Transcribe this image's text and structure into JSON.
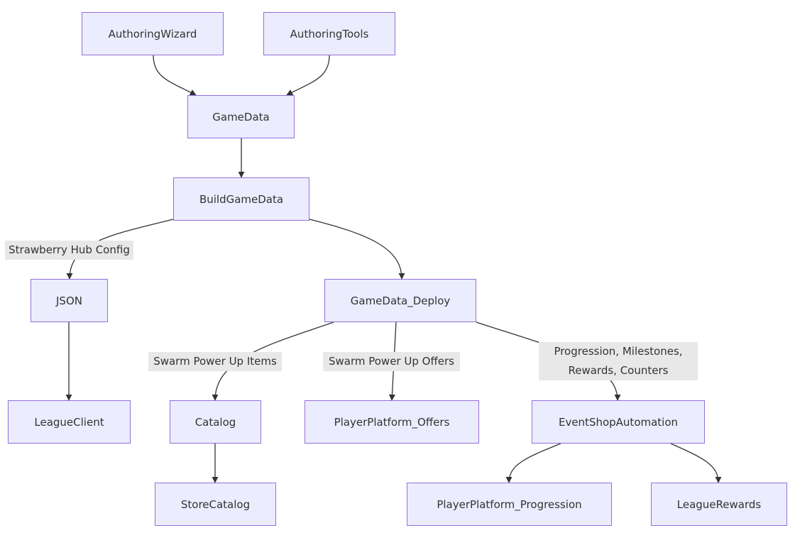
{
  "diagram": {
    "type": "flowchart",
    "direction": "top-down",
    "nodes": [
      {
        "id": "AuthoringWizard",
        "label": "AuthoringWizard"
      },
      {
        "id": "AuthoringTools",
        "label": "AuthoringTools"
      },
      {
        "id": "GameData",
        "label": "GameData"
      },
      {
        "id": "BuildGameData",
        "label": "BuildGameData"
      },
      {
        "id": "JSON",
        "label": "JSON"
      },
      {
        "id": "GameData_Deploy",
        "label": "GameData_Deploy"
      },
      {
        "id": "LeagueClient",
        "label": "LeagueClient"
      },
      {
        "id": "Catalog",
        "label": "Catalog"
      },
      {
        "id": "PlayerPlatform_Offers",
        "label": "PlayerPlatform_Offers"
      },
      {
        "id": "EventShopAutomation",
        "label": "EventShopAutomation"
      },
      {
        "id": "StoreCatalog",
        "label": "StoreCatalog"
      },
      {
        "id": "PlayerPlatform_Progression",
        "label": "PlayerPlatform_Progression"
      },
      {
        "id": "LeagueRewards",
        "label": "LeagueRewards"
      }
    ],
    "edges": [
      {
        "from": "AuthoringWizard",
        "to": "GameData",
        "label": ""
      },
      {
        "from": "AuthoringTools",
        "to": "GameData",
        "label": ""
      },
      {
        "from": "GameData",
        "to": "BuildGameData",
        "label": ""
      },
      {
        "from": "BuildGameData",
        "to": "JSON",
        "label": "Strawberry Hub Config"
      },
      {
        "from": "BuildGameData",
        "to": "GameData_Deploy",
        "label": ""
      },
      {
        "from": "JSON",
        "to": "LeagueClient",
        "label": ""
      },
      {
        "from": "GameData_Deploy",
        "to": "Catalog",
        "label": "Swarm Power Up Items"
      },
      {
        "from": "GameData_Deploy",
        "to": "PlayerPlatform_Offers",
        "label": "Swarm Power Up Offers"
      },
      {
        "from": "GameData_Deploy",
        "to": "EventShopAutomation",
        "label": "Progression, Milestones,\nRewards, Counters"
      },
      {
        "from": "Catalog",
        "to": "StoreCatalog",
        "label": ""
      },
      {
        "from": "EventShopAutomation",
        "to": "PlayerPlatform_Progression",
        "label": ""
      },
      {
        "from": "EventShopAutomation",
        "to": "LeagueRewards",
        "label": ""
      }
    ]
  },
  "colors": {
    "node_fill": "#ECECFF",
    "node_border": "#9370DB",
    "edge": "#333333",
    "label_bg": "#E8E8E8",
    "text": "#333333"
  }
}
